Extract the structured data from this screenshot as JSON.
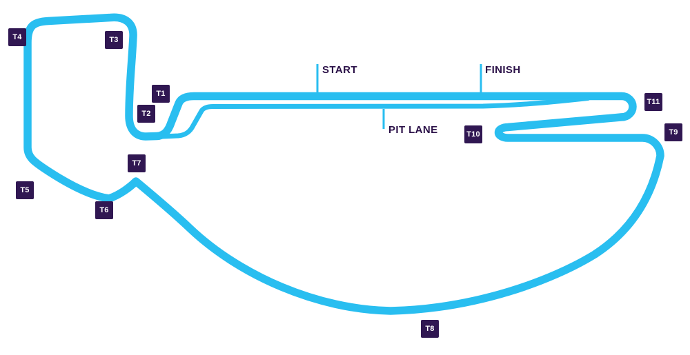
{
  "title": "Race circuit track map with numbered turns",
  "colors": {
    "track": "#29BEF0",
    "marker_bg": "#301752",
    "label_text": "#2B1148",
    "background": "#FFFFFF"
  },
  "labels": {
    "start": "START",
    "finish": "FINISH",
    "pit_lane": "PIT LANE"
  },
  "markers": [
    {
      "label": "T1"
    },
    {
      "label": "T2"
    },
    {
      "label": "T3"
    },
    {
      "label": "T4"
    },
    {
      "label": "T5"
    },
    {
      "label": "T6"
    },
    {
      "label": "T7"
    },
    {
      "label": "T8"
    },
    {
      "label": "T9"
    },
    {
      "label": "T10"
    },
    {
      "label": "T11"
    }
  ]
}
